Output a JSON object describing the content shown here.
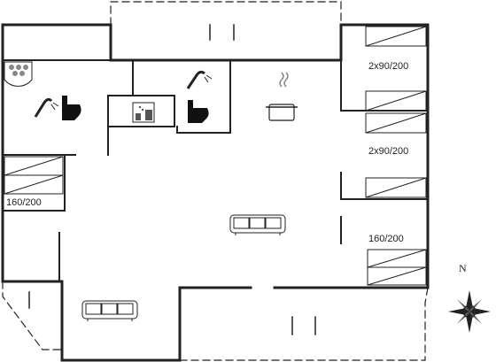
{
  "floorplan": {
    "bed_labels": [
      "2x90/200",
      "2x90/200",
      "160/200",
      "160/200"
    ],
    "compass_label": "N",
    "icons": [
      "hot-tub-icon",
      "shower-icon",
      "toilet-icon",
      "sauna-icon",
      "stove-pot-icon",
      "sofa-icon",
      "compass-rose-icon"
    ]
  }
}
